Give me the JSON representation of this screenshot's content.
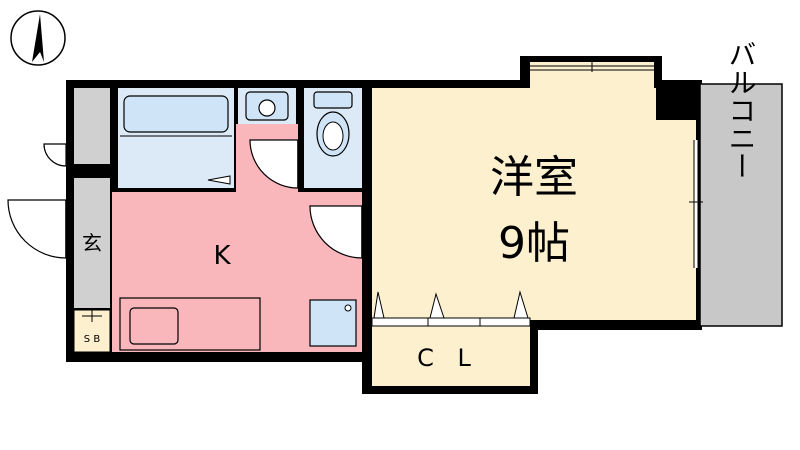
{
  "rooms": {
    "western_room": {
      "line1": "洋室",
      "line2": "9帖"
    },
    "kitchen": "K",
    "entrance": "玄",
    "shoe_box": "S B",
    "closet": "C L",
    "balcony": "バルコニー"
  },
  "colors": {
    "western_room": "#fdf0cf",
    "kitchen": "#f9b6bb",
    "wet_area": "#dce9f6",
    "fixture": "#cfe5f7",
    "entrance": "#d0d0d0",
    "balcony": "#c8c8c8",
    "closet": "#fdf0cf",
    "wall": "#000000"
  },
  "icons": {
    "compass": "north-arrow-icon"
  }
}
